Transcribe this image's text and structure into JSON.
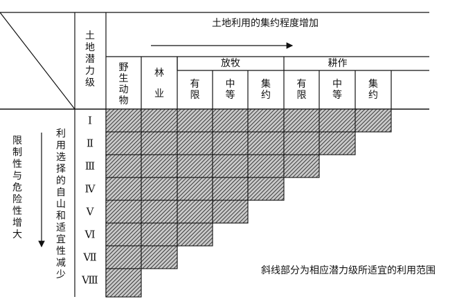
{
  "header": {
    "title": "土地利用的集约程度增加",
    "potential_label": [
      "土",
      "地",
      "潜",
      "力",
      "级"
    ],
    "columns": [
      {
        "id": "wildlife",
        "label": [
          "野",
          "生",
          "动",
          "物"
        ]
      },
      {
        "id": "forestry",
        "label": [
          "林",
          "业"
        ]
      },
      {
        "id": "graze_limited",
        "label": [
          "有",
          "限"
        ]
      },
      {
        "id": "graze_medium",
        "label": [
          "中",
          "等"
        ]
      },
      {
        "id": "graze_intensive",
        "label": [
          "集",
          "约"
        ]
      },
      {
        "id": "farm_limited",
        "label": [
          "有",
          "限"
        ]
      },
      {
        "id": "farm_medium",
        "label": [
          "中",
          "等"
        ]
      },
      {
        "id": "farm_intensive",
        "label": [
          "集",
          "约"
        ]
      }
    ],
    "groups": [
      {
        "label": "放牧",
        "columns": [
          "graze_limited",
          "graze_medium",
          "graze_intensive"
        ]
      },
      {
        "label": "耕作",
        "columns": [
          "farm_limited",
          "farm_medium",
          "farm_intensive"
        ]
      }
    ]
  },
  "rows": [
    {
      "grade": "Ⅰ",
      "suitable_count": 8
    },
    {
      "grade": "Ⅱ",
      "suitable_count": 7
    },
    {
      "grade": "Ⅲ",
      "suitable_count": 6
    },
    {
      "grade": "Ⅳ",
      "suitable_count": 5
    },
    {
      "grade": "Ⅴ",
      "suitable_count": 4
    },
    {
      "grade": "Ⅵ",
      "suitable_count": 3
    },
    {
      "grade": "Ⅶ",
      "suitable_count": 2
    },
    {
      "grade": "Ⅷ",
      "suitable_count": 1
    }
  ],
  "side_labels": {
    "limitation": [
      "限",
      "制",
      "性",
      "与",
      "危",
      "险",
      "性",
      "增",
      "大"
    ],
    "choice": [
      "利",
      "用",
      "选",
      "择",
      "的",
      "自",
      "山",
      "和",
      "适",
      "宜",
      "性",
      "减",
      "少"
    ]
  },
  "note": "斜线部分为相应潜力级所适宜的利用范围"
}
